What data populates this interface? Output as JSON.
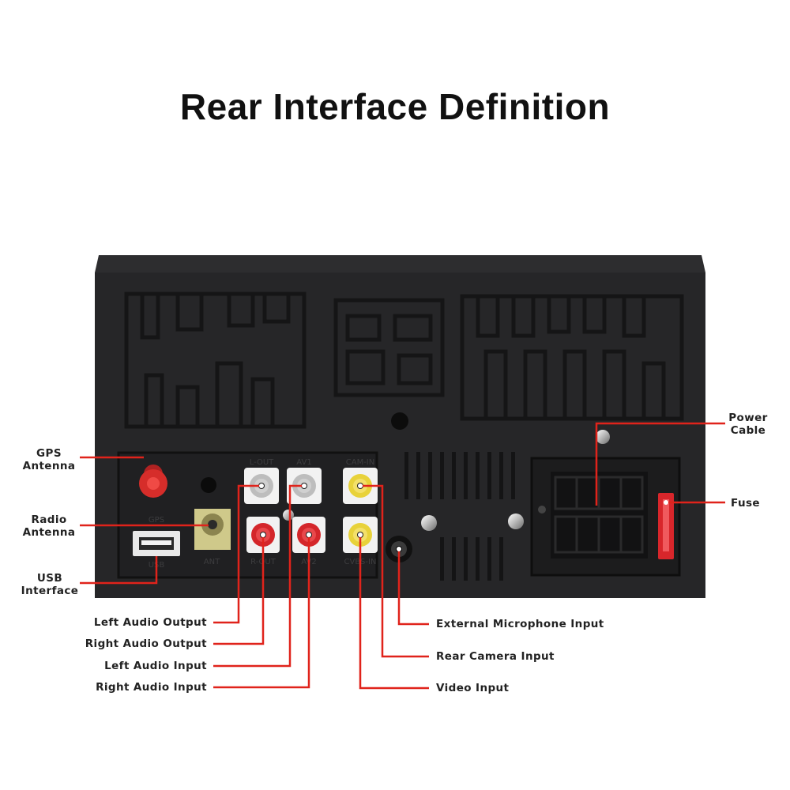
{
  "title": "Rear Interface Definition",
  "panel_markings": {
    "gps": "GPS",
    "lout": "L-OUT",
    "rout": "R-OUT",
    "av1": "AV1",
    "av2": "AV2",
    "cam_in": "CAM-IN",
    "cvbs": "CVBS-IN",
    "usb": "USB",
    "ant": "ANT"
  },
  "callouts": {
    "gps_antenna": [
      "GPS",
      "Antenna"
    ],
    "radio_antenna": [
      "Radio",
      "Antenna"
    ],
    "usb_interface": [
      "USB",
      "Interface"
    ],
    "power_cable": [
      "Power",
      "Cable"
    ],
    "fuse": "Fuse",
    "left_audio_output": "Left Audio Output",
    "right_audio_output": "Right Audio Output",
    "left_audio_input": "Left Audio Input",
    "right_audio_input": "Right Audio Input",
    "external_microphone_input": "External Microphone Input",
    "rear_camera_input": "Rear Camera Input",
    "video_input": "Video Input"
  },
  "colors": {
    "leader_line": "#e0231b",
    "panel": "#2b2b2d",
    "gps_connector": "#d62d2a",
    "white_rca": "#f2f2f2",
    "red_rca": "#d4262a",
    "yellow_rca": "#e8d23a",
    "antenna_socket": "#cfc98a"
  }
}
